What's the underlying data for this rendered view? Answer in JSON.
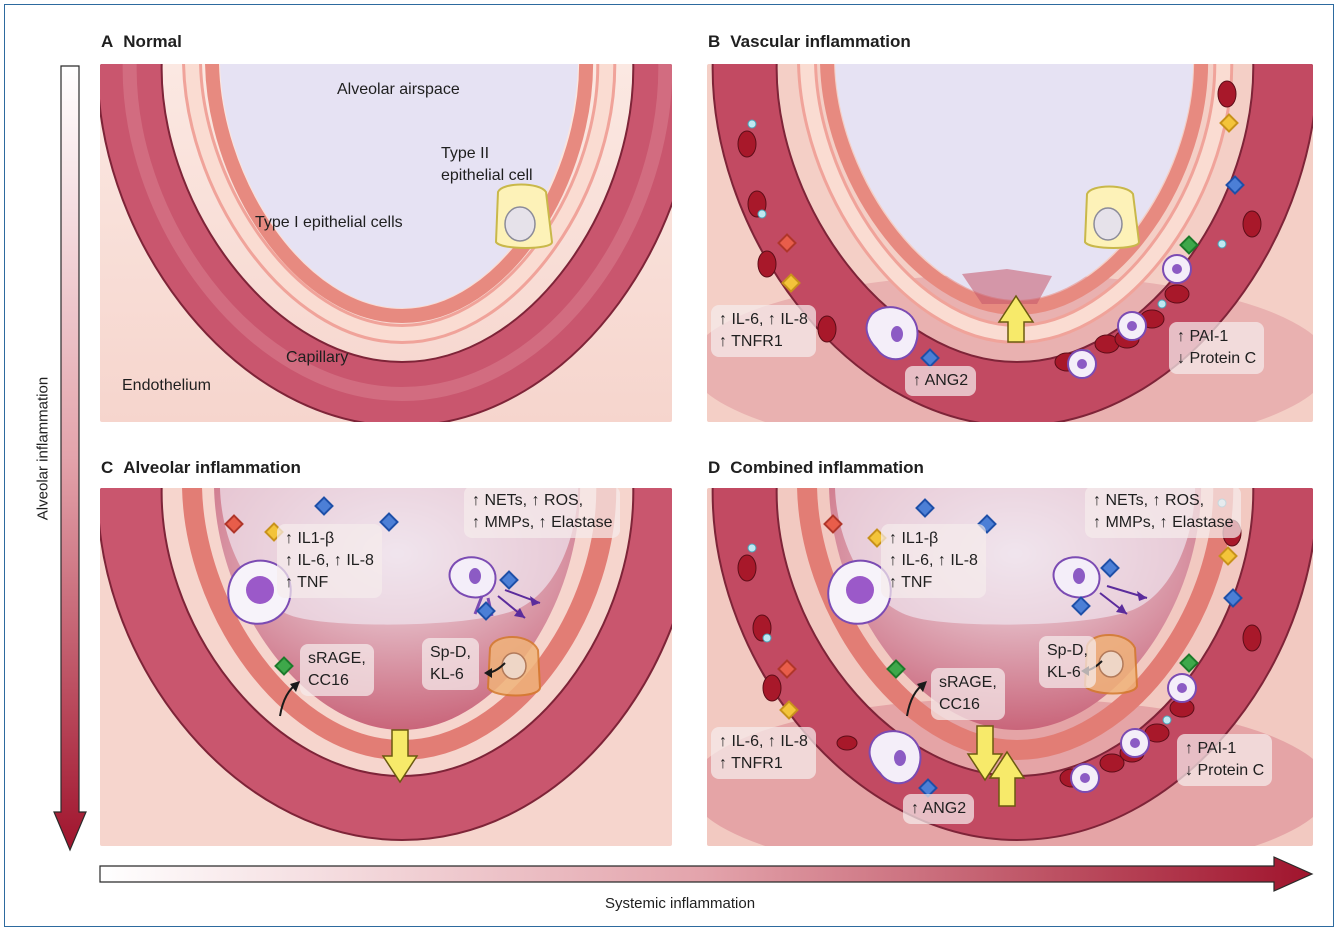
{
  "panels": {
    "a": {
      "letter": "A",
      "title": "Normal"
    },
    "b": {
      "letter": "B",
      "title": "Vascular inflammation"
    },
    "c": {
      "letter": "C",
      "title": "Alveolar inflammation"
    },
    "d": {
      "letter": "D",
      "title": "Combined inflammation"
    }
  },
  "labels_a": {
    "airspace": "Alveolar airspace",
    "type2_l1": "Type II",
    "type2_l2": "epithelial cell",
    "type1": "Type I epithelial cells",
    "capillary": "Capillary",
    "endothelium": "Endothelium"
  },
  "labels_b": {
    "il_l1": "↑ IL-6, ↑ IL-8",
    "il_l2": "↑ TNFR1",
    "ang2": "↑ ANG2",
    "pai_l1": "↑ PAI-1",
    "pai_l2": "↓ Protein C"
  },
  "labels_c": {
    "il1_l1": "↑ IL1-β",
    "il1_l2": "↑ IL-6, ↑ IL-8",
    "il1_l3": "↑ TNF",
    "nets_l1": "↑ NETs, ↑ ROS,",
    "nets_l2": "↑ MMPs, ↑ Elastase",
    "sp_l1": "Sp-D,",
    "sp_l2": "KL-6",
    "srage_l1": "sRAGE,",
    "srage_l2": "CC16"
  },
  "labels_d": {
    "il1_l1": "↑ IL1-β",
    "il1_l2": "↑ IL-6, ↑ IL-8",
    "il1_l3": "↑ TNF",
    "nets_l1": "↑ NETs, ↑ ROS,",
    "nets_l2": "↑ MMPs, ↑ Elastase",
    "sp_l1": "Sp-D,",
    "sp_l2": "KL-6",
    "srage_l1": "sRAGE,",
    "srage_l2": "CC16",
    "il_l1": "↑ IL-6, ↑ IL-8",
    "il_l2": "↑ TNFR1",
    "ang2": "↑ ANG2",
    "pai_l1": "↑ PAI-1",
    "pai_l2": "↓ Protein C"
  },
  "axes": {
    "vertical": "Alveolar inflammation",
    "horizontal": "Systemic inflammation"
  },
  "colors": {
    "frame": "#2d6a9f",
    "background": "#f7ddd6",
    "vessel": "#c9566e",
    "airspace": "#e6e2f3",
    "arrow_dark": "#a0142d"
  }
}
